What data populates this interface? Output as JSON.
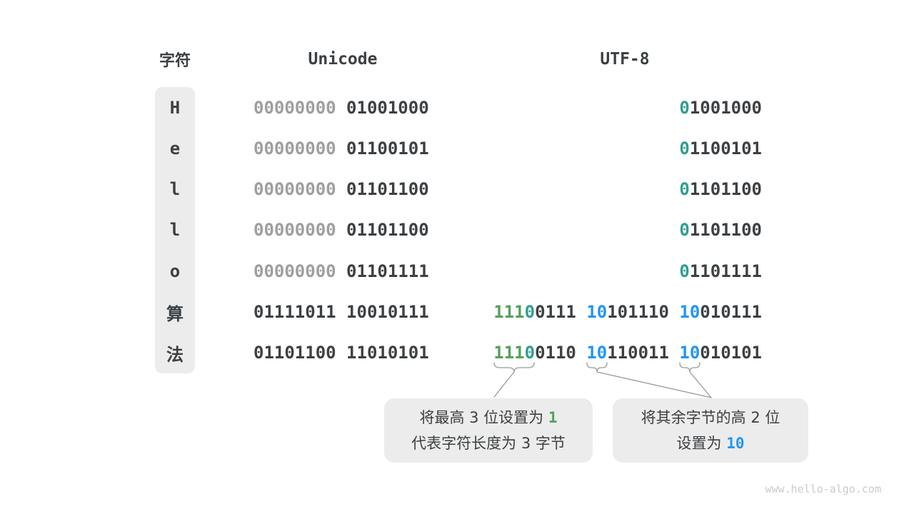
{
  "colors": {
    "dark": "#3C4043",
    "gray": "#9E9E9E",
    "teal": "#2F9E8F",
    "green": "#56A05A",
    "blue": "#2196F3",
    "pill": "#ECECEC",
    "box": "#ECECEC",
    "line": "#999999",
    "watermark": "#CBCBCB"
  },
  "headers": {
    "char": "字符",
    "unicode": "Unicode",
    "utf8": "UTF-8"
  },
  "rows": [
    {
      "char": "H",
      "cjk": false,
      "unicode": [
        {
          "t": "00000000 ",
          "c": "gray"
        },
        {
          "t": "01001000",
          "c": "dark"
        }
      ],
      "utf8": [
        {
          "t": "0",
          "c": "teal"
        },
        {
          "t": "1001000",
          "c": "dark"
        }
      ]
    },
    {
      "char": "e",
      "cjk": false,
      "unicode": [
        {
          "t": "00000000 ",
          "c": "gray"
        },
        {
          "t": "01100101",
          "c": "dark"
        }
      ],
      "utf8": [
        {
          "t": "0",
          "c": "teal"
        },
        {
          "t": "1100101",
          "c": "dark"
        }
      ]
    },
    {
      "char": "l",
      "cjk": false,
      "unicode": [
        {
          "t": "00000000 ",
          "c": "gray"
        },
        {
          "t": "01101100",
          "c": "dark"
        }
      ],
      "utf8": [
        {
          "t": "0",
          "c": "teal"
        },
        {
          "t": "1101100",
          "c": "dark"
        }
      ]
    },
    {
      "char": "l",
      "cjk": false,
      "unicode": [
        {
          "t": "00000000 ",
          "c": "gray"
        },
        {
          "t": "01101100",
          "c": "dark"
        }
      ],
      "utf8": [
        {
          "t": "0",
          "c": "teal"
        },
        {
          "t": "1101100",
          "c": "dark"
        }
      ]
    },
    {
      "char": "o",
      "cjk": false,
      "unicode": [
        {
          "t": "00000000 ",
          "c": "gray"
        },
        {
          "t": "01101111",
          "c": "dark"
        }
      ],
      "utf8": [
        {
          "t": "0",
          "c": "teal"
        },
        {
          "t": "1101111",
          "c": "dark"
        }
      ]
    },
    {
      "char": "算",
      "cjk": true,
      "unicode": [
        {
          "t": "01111011 10010111",
          "c": "dark"
        }
      ],
      "utf8": [
        {
          "t": "111",
          "c": "green"
        },
        {
          "t": "0",
          "c": "teal"
        },
        {
          "t": "0111 ",
          "c": "dark"
        },
        {
          "t": "10",
          "c": "blue"
        },
        {
          "t": "101110 ",
          "c": "dark"
        },
        {
          "t": "10",
          "c": "blue"
        },
        {
          "t": "010111",
          "c": "dark"
        }
      ]
    },
    {
      "char": "法",
      "cjk": true,
      "unicode": [
        {
          "t": "01101100 11010101",
          "c": "dark"
        }
      ],
      "utf8": [
        {
          "t": "111",
          "c": "green"
        },
        {
          "t": "0",
          "c": "teal"
        },
        {
          "t": "0110 ",
          "c": "dark"
        },
        {
          "t": "10",
          "c": "blue"
        },
        {
          "t": "110011 ",
          "c": "dark"
        },
        {
          "t": "10",
          "c": "blue"
        },
        {
          "t": "010101",
          "c": "dark"
        }
      ]
    }
  ],
  "callouts": {
    "left": {
      "lines": [
        [
          {
            "t": "将最高 3 位设置为 ",
            "c": "dark"
          },
          {
            "t": "1",
            "c": "green",
            "num": true
          }
        ],
        [
          {
            "t": "代表字符长度为 3 字节",
            "c": "dark"
          }
        ]
      ]
    },
    "right": {
      "lines": [
        [
          {
            "t": "将其余字节的高 2 位",
            "c": "dark"
          }
        ],
        [
          {
            "t": "设置为 ",
            "c": "dark"
          },
          {
            "t": "10",
            "c": "blue",
            "num": true
          }
        ]
      ]
    }
  },
  "watermark": "www.hello-algo.com"
}
